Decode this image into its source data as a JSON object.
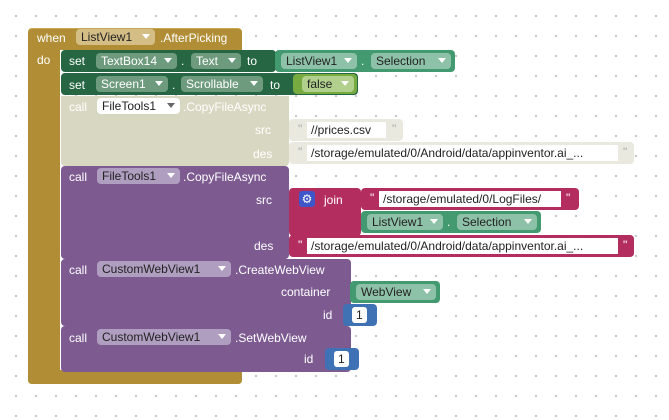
{
  "event": {
    "when": "when",
    "component": "ListView1",
    "event_name": ".AfterPicking",
    "do": "do"
  },
  "set_textbox": {
    "set": "set",
    "component": "TextBox14",
    "dot": ".",
    "property": "Text",
    "to": "to",
    "value_component": "ListView1",
    "value_property": "Selection"
  },
  "set_screen": {
    "set": "set",
    "component": "Screen1",
    "dot": ".",
    "property": "Scrollable",
    "to": "to",
    "value": "false"
  },
  "copy_1": {
    "call": "call",
    "component": "FileTools1",
    "method": ".CopyFileAsync",
    "src_label": "src",
    "src_value": "//prices.csv",
    "des_label": "des",
    "des_value": "/storage/emulated/0/Android/data/appinventor.ai_..."
  },
  "copy_2": {
    "call": "call",
    "component": "FileTools1",
    "method": ".CopyFileAsync",
    "src_label": "src",
    "join_label": "join",
    "join_text": "/storage/emulated/0/LogFiles/",
    "join_component": "ListView1",
    "join_dot": ".",
    "join_property": "Selection",
    "des_label": "des",
    "des_value": "/storage/emulated/0/Android/data/appinventor.ai_..."
  },
  "create_webview": {
    "call": "call",
    "component": "CustomWebView1",
    "method": ".CreateWebView",
    "container_label": "container",
    "container_value": "WebView",
    "id_label": "id",
    "id_value": "1"
  },
  "set_webview": {
    "call": "call",
    "component": "CustomWebView1",
    "method": ".SetWebView",
    "id_label": "id",
    "id_value": "1"
  },
  "quote": "\"",
  "colors": {
    "event": "#B18E35",
    "setter": "#266643",
    "getter": "#439970",
    "logic": "#77AB41",
    "disabled_call": "#D8D8C2",
    "call": "#7D5B91",
    "text": "#B32D5E",
    "math": "#3F71B5"
  }
}
